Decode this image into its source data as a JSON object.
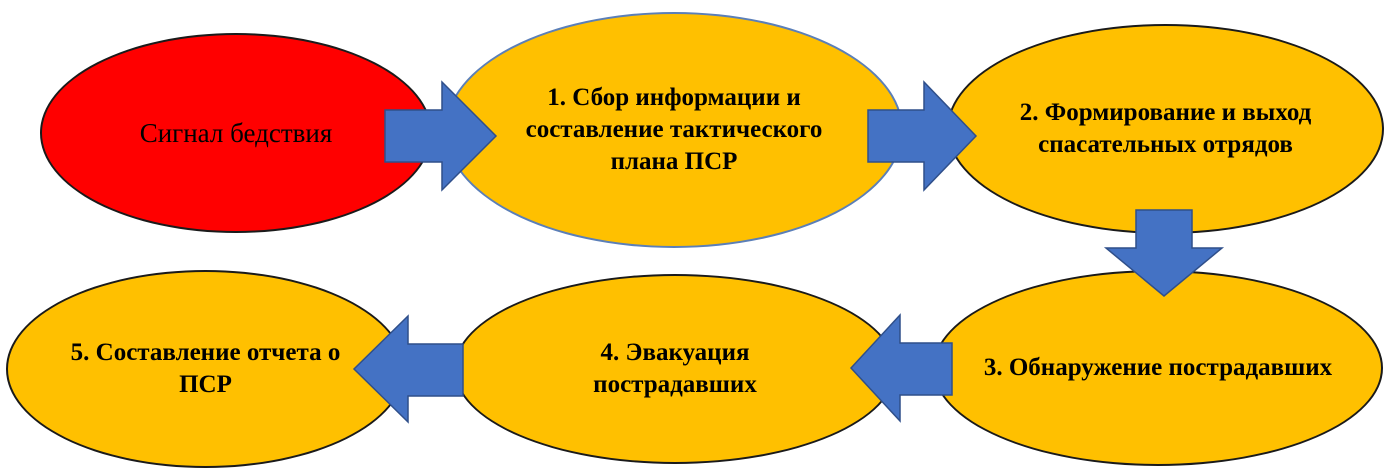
{
  "colors": {
    "start_fill": "#ff0000",
    "step_fill": "#ffc000",
    "outline": "#1a1a1a",
    "accent_outline": "#5b7fb8",
    "arrow_fill": "#4472c4",
    "arrow_stroke": "#2f4f8a"
  },
  "nodes": [
    {
      "id": "start",
      "text": "Сигнал бедствия",
      "weight": "regular"
    },
    {
      "id": "step1",
      "text": "1. Сбор информации и составление тактического плана ПСР",
      "weight": "bold"
    },
    {
      "id": "step2",
      "text": "2. Формирование и выход спасательных отрядов",
      "weight": "bold"
    },
    {
      "id": "step3",
      "text": "3.  Обнаружение пострадавших",
      "weight": "bold"
    },
    {
      "id": "step4",
      "text": "4. Эвакуация пострадавших",
      "weight": "bold"
    },
    {
      "id": "step5",
      "text": "5.  Составление отчета о ПСР",
      "weight": "bold"
    }
  ],
  "edges": [
    {
      "from": "start",
      "to": "step1",
      "direction": "right"
    },
    {
      "from": "step1",
      "to": "step2",
      "direction": "right"
    },
    {
      "from": "step2",
      "to": "step3",
      "direction": "down"
    },
    {
      "from": "step3",
      "to": "step4",
      "direction": "left"
    },
    {
      "from": "step4",
      "to": "step5",
      "direction": "left"
    }
  ]
}
